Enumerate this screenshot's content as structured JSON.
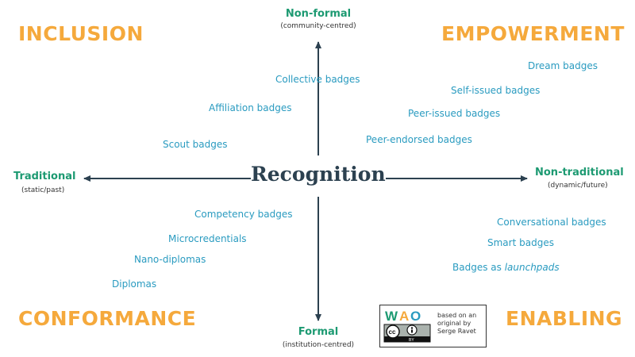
{
  "corners": {
    "top_left": "INCLUSION",
    "top_right": "EMPOWERMENT",
    "bottom_left": "CONFORMANCE",
    "bottom_right": "ENABLING"
  },
  "center": "Recognition",
  "axes": {
    "top": {
      "title": "Non-formal",
      "sub": "(community-centred)"
    },
    "bottom": {
      "title": "Formal",
      "sub": "(institution-centred)"
    },
    "left": {
      "title": "Traditional",
      "sub": "(static/past)"
    },
    "right": {
      "title": "Non-traditional",
      "sub": "(dynamic/future)"
    }
  },
  "badges": {
    "collective": "Collective badges",
    "affiliation": "Affiliation badges",
    "scout": "Scout badges",
    "dream": "Dream badges",
    "self_issued": "Self-issued badges",
    "peer_issued": "Peer-issued badges",
    "peer_endorsed": "Peer-endorsed badges",
    "competency": "Competency badges",
    "microcredentials": "Microcredentials",
    "nano_diplomas": "Nano-diplomas",
    "diplomas": "Diplomas",
    "conversational": "Conversational badges",
    "smart": "Smart badges",
    "launchpads_prefix": "Badges as ",
    "launchpads_em": "launchpads"
  },
  "credit": {
    "logo": "WAO",
    "text_line1": "based on an",
    "text_line2": "original by",
    "text_line3": "Serge Ravet",
    "license_by": "BY"
  },
  "colors": {
    "corner": "#f5a93c",
    "badge": "#2a9bc0",
    "axis_title": "#1d9a72",
    "arrow": "#2c4150"
  }
}
